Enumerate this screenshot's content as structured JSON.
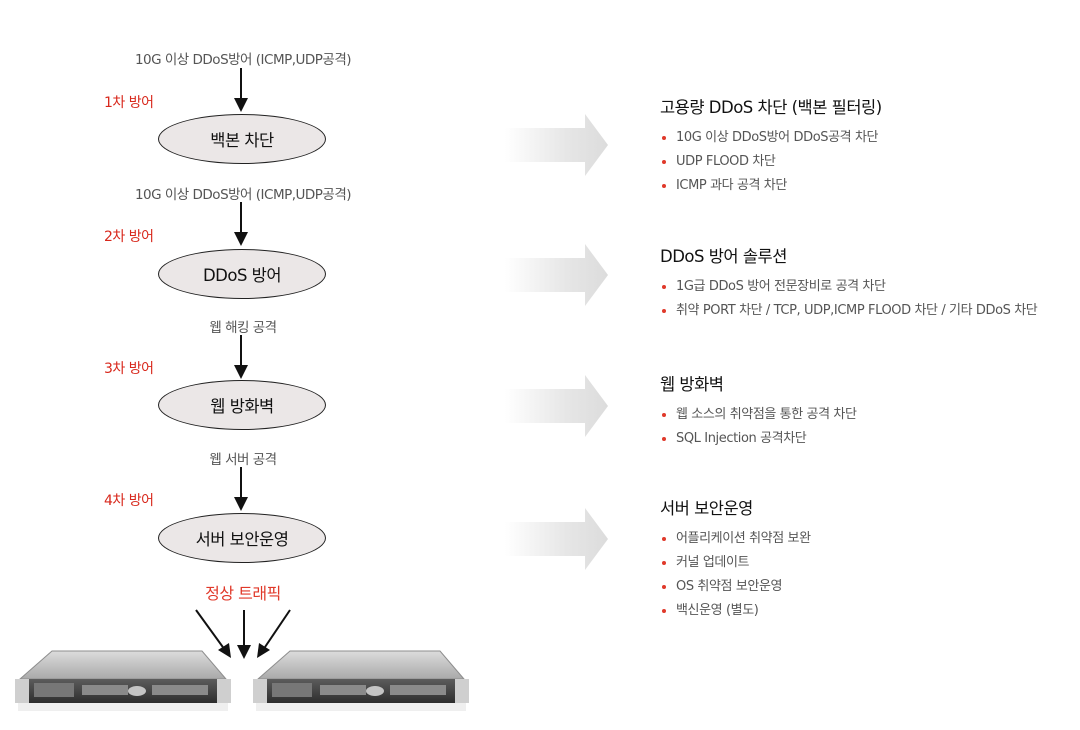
{
  "flow": {
    "attack_labels": [
      "10G 이상 DDoS방어 (ICMP,UDP공격)",
      "10G 이상 DDoS방어 (ICMP,UDP공격)",
      "웹 해킹 공격",
      "웹 서버 공격"
    ],
    "stages": [
      {
        "label": "1차 방어",
        "node": "백본 차단"
      },
      {
        "label": "2차 방어",
        "node": "DDoS 방어"
      },
      {
        "label": "3차 방어",
        "node": "웹 방화벽"
      },
      {
        "label": "4차 방어",
        "node": "서버 보안운영"
      }
    ],
    "normal_traffic": "정상 트래픽"
  },
  "sections": [
    {
      "title": "고용량 DDoS 차단 (백본 필터링)",
      "items": [
        "10G 이상 DDoS방어 DDoS공격 차단",
        "UDP FLOOD 차단",
        "ICMP 과다 공격 차단"
      ]
    },
    {
      "title": "DDoS 방어 솔루션",
      "items": [
        "1G급 DDoS 방어 전문장비로 공격 차단",
        "취약 PORT 차단 / TCP, UDP,ICMP FLOOD 차단 / 기타 DDoS 차단"
      ]
    },
    {
      "title": "웹 방화벽",
      "items": [
        "웹 소스의 취약점을 통한 공격 차단",
        "SQL Injection 공격차단"
      ]
    },
    {
      "title": "서버 보안운영",
      "items": [
        "어플리케이션 취약점 보완",
        "커널 업데이트",
        "OS 취약점 보안운영",
        "백신운영 (별도)"
      ]
    }
  ],
  "colors": {
    "accent": "#e0392a",
    "node_fill": "#ebe7e7",
    "arrow_fill": "#e6e6e6"
  }
}
